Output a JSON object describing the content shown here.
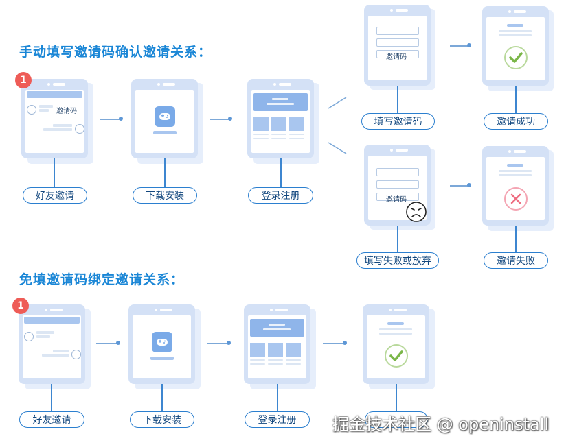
{
  "sections": {
    "manual_title": "手动填写邀请码确认邀请关系：",
    "auto_title": "免填邀请码绑定邀请关系："
  },
  "badge_number": "1",
  "manual": {
    "step1": {
      "label": "好友邀请",
      "code_text": "邀请码"
    },
    "step2": {
      "label": "下载安装"
    },
    "step3": {
      "label": "登录注册"
    },
    "branch_success": {
      "fill_label": "填写邀请码",
      "field_text": "邀请码",
      "result_label": "邀请成功"
    },
    "branch_fail": {
      "fill_label": "填写失败或放弃",
      "field_text": "邀请码",
      "result_label": "邀请失败"
    }
  },
  "auto": {
    "step1": {
      "label": "好友邀请"
    },
    "step2": {
      "label": "下载安装"
    },
    "step3": {
      "label": "登录注册"
    }
  },
  "watermark": "掘金技术社区 @ openinstall",
  "colors": {
    "accent": "#1a86d6",
    "success": "#7ab648",
    "fail": "#ee6c80",
    "badge": "#ee5c57"
  }
}
